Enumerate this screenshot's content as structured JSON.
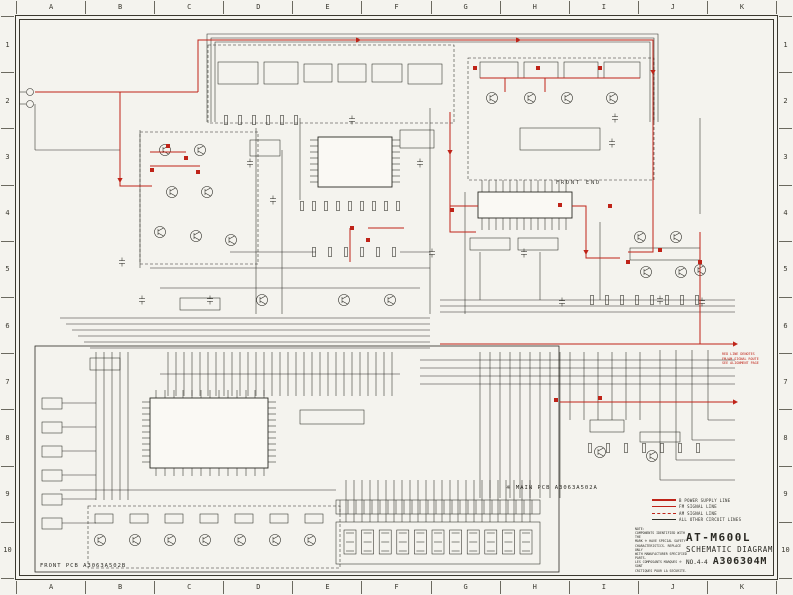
{
  "colors": {
    "paper": "#f4f3ee",
    "ink": "#2b2a24",
    "red": "#bf2318"
  },
  "grid": {
    "letters": [
      "A",
      "B",
      "C",
      "D",
      "E",
      "F",
      "G",
      "H",
      "I",
      "J",
      "K"
    ],
    "numbers": [
      "1",
      "2",
      "3",
      "4",
      "5",
      "6",
      "7",
      "8",
      "9",
      "10"
    ]
  },
  "schematic": {
    "front_end_label": "FRONT END",
    "main_pcb_label": "※ MAIN PCB  A3063A502A",
    "front_pcb_label": "FRONT PCB  A3063A502B"
  },
  "legend": {
    "items": [
      {
        "style": "red-thick",
        "label": "B POWER SUPPLY LINE"
      },
      {
        "style": "red-solid",
        "label": "FM SIGNAL LINE"
      },
      {
        "style": "red-dashed",
        "label": "AM SIGNAL LINE"
      },
      {
        "style": "black",
        "label": "ALL OTHER CIRCUIT LINES"
      }
    ]
  },
  "notes": {
    "safety_lines": [
      "NOTE:",
      "COMPONENTS IDENTIFIED WITH THE",
      "MARK ※ HAVE SPECIAL SAFETY",
      "CHARACTERISTICS. REPLACE ONLY",
      "WITH MANUFACTURER SPECIFIED PARTS.",
      "LES COMPOSANTS MARQUES ※ SONT",
      "CRITIQUES POUR LA SECURITE."
    ],
    "red_note_lines": [
      "RED LINE DENOTES",
      "FM/AM SIGNAL ROUTE",
      "SEE ALIGNMENT PAGE"
    ]
  },
  "title_block": {
    "model": "AT-M600L",
    "title": "SCHEMATIC DIAGRAM",
    "sheet_no": "NO.4-4",
    "drawing_no": "A306304M"
  }
}
